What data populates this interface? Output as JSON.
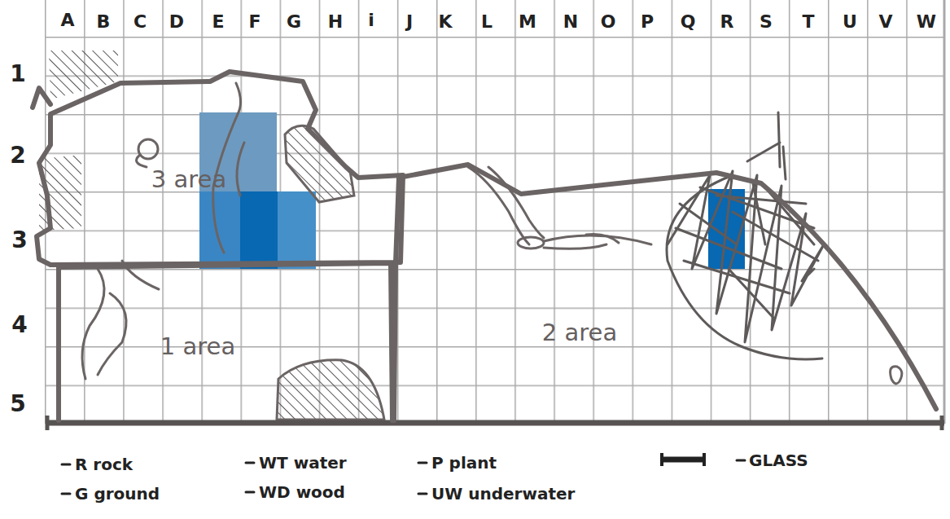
{
  "diagram": {
    "nodes": [
      {
        "text": [
          "3 area"
        ]
      },
      {
        "text": [
          "1 area"
        ]
      },
      {
        "text": [
          "2 area"
        ]
      }
    ],
    "labels": [
      "A",
      "B",
      "C",
      "D",
      "E",
      "F",
      "G",
      "H",
      "i",
      "J",
      "K",
      "L",
      "M",
      "N",
      "O",
      "P",
      "Q",
      "R",
      "S",
      "T",
      "U",
      "V",
      "W",
      "1",
      "2",
      "3",
      "4",
      "5"
    ],
    "legend": [
      {
        "text": "R rock"
      },
      {
        "text": "WT water"
      },
      {
        "text": "P plant"
      },
      {
        "text": "GLASS"
      },
      {
        "text": "G ground"
      },
      {
        "text": "WD wood"
      },
      {
        "text": "UW underwater"
      }
    ]
  }
}
